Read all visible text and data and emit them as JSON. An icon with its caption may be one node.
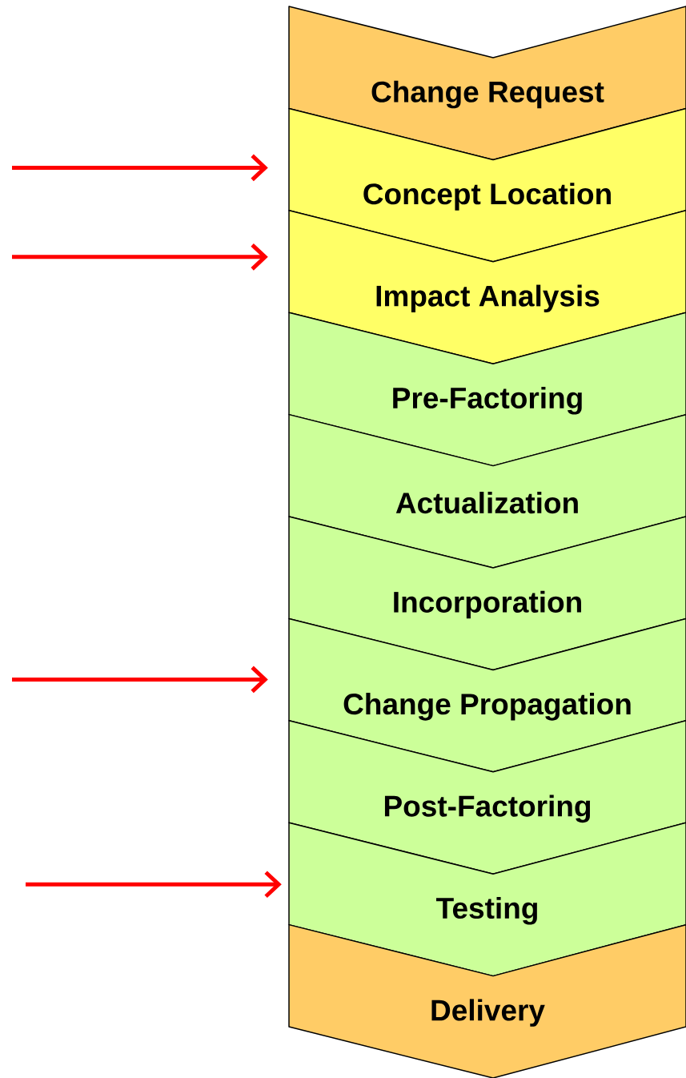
{
  "diagram": {
    "nodes": [
      {
        "text": [
          "Change Request"
        ]
      },
      {
        "text": [
          "Concept Location"
        ]
      },
      {
        "text": [
          "Impact Analysis"
        ]
      },
      {
        "text": [
          "Pre-Factoring"
        ]
      },
      {
        "text": [
          "Actualization"
        ]
      },
      {
        "text": [
          "Incorporation"
        ]
      },
      {
        "text": [
          "Change Propagation"
        ]
      },
      {
        "text": [
          "Post-Factoring"
        ]
      },
      {
        "text": [
          "Testing"
        ]
      },
      {
        "text": [
          "Delivery"
        ]
      }
    ],
    "edges": [
      {
        "from": null,
        "to": 1,
        "arrow": "to"
      },
      {
        "from": null,
        "to": 2,
        "arrow": "to"
      },
      {
        "from": null,
        "to": 6,
        "arrow": "to"
      },
      {
        "from": null,
        "to": 8,
        "arrow": "to"
      }
    ]
  }
}
